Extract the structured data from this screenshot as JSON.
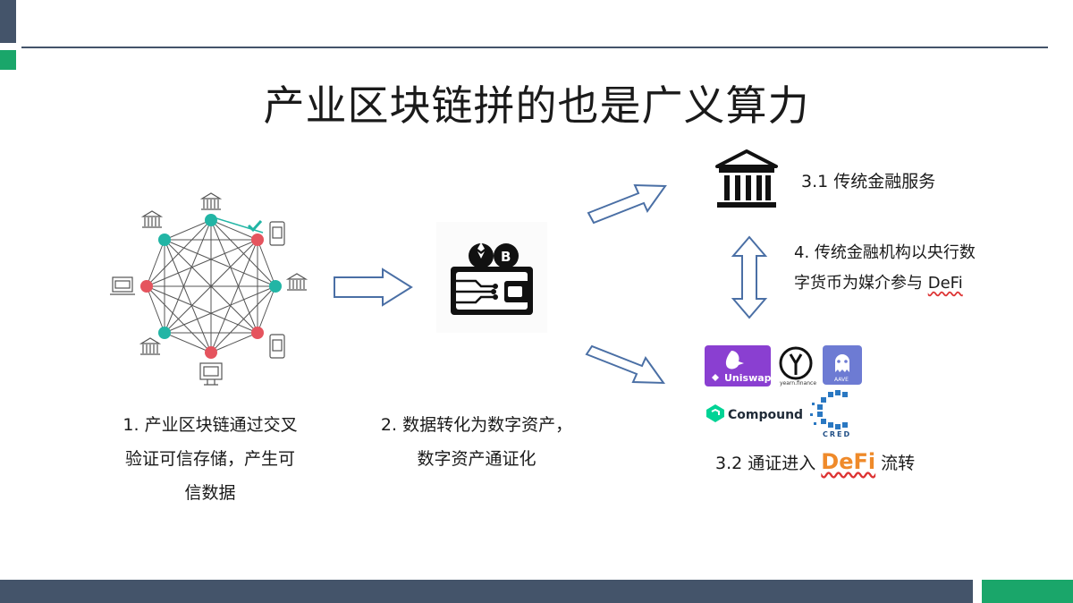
{
  "slide": {
    "title": "产业区块链拼的也是广义算力",
    "step1": [
      "1. 产业区块链通过交叉",
      "验证可信存储，产生可",
      "信数据"
    ],
    "step2": [
      "2. 数据转化为数字资产，",
      "数字资产通证化"
    ],
    "step31": "3.1 传统金融服务",
    "step4_line1": "4. 传统金融机构以央行数",
    "step4_line2_prefix": "字货币为媒介参与 ",
    "step4_line2_defi": "DeFi",
    "step32_prefix": "3.2 通证进入 ",
    "step32_defi": "DeFi",
    "step32_suffix": " 流转"
  },
  "logos": {
    "uniswap": "Uniswap",
    "yearn": "yearn.finance",
    "aave": "AAVE",
    "compound": "Compound",
    "cred": "CRED"
  },
  "colors": {
    "brand_blue": "#44546a",
    "brand_green": "#1aa66a",
    "node_teal": "#22b5a5",
    "node_red": "#e5545e",
    "arrow_stroke": "#4a6fa5",
    "defi_orange": "#ef8a2a"
  },
  "icons": {
    "network": "blockchain-network-icon",
    "wallet": "crypto-wallet-icon",
    "bank": "bank-building-icon"
  }
}
